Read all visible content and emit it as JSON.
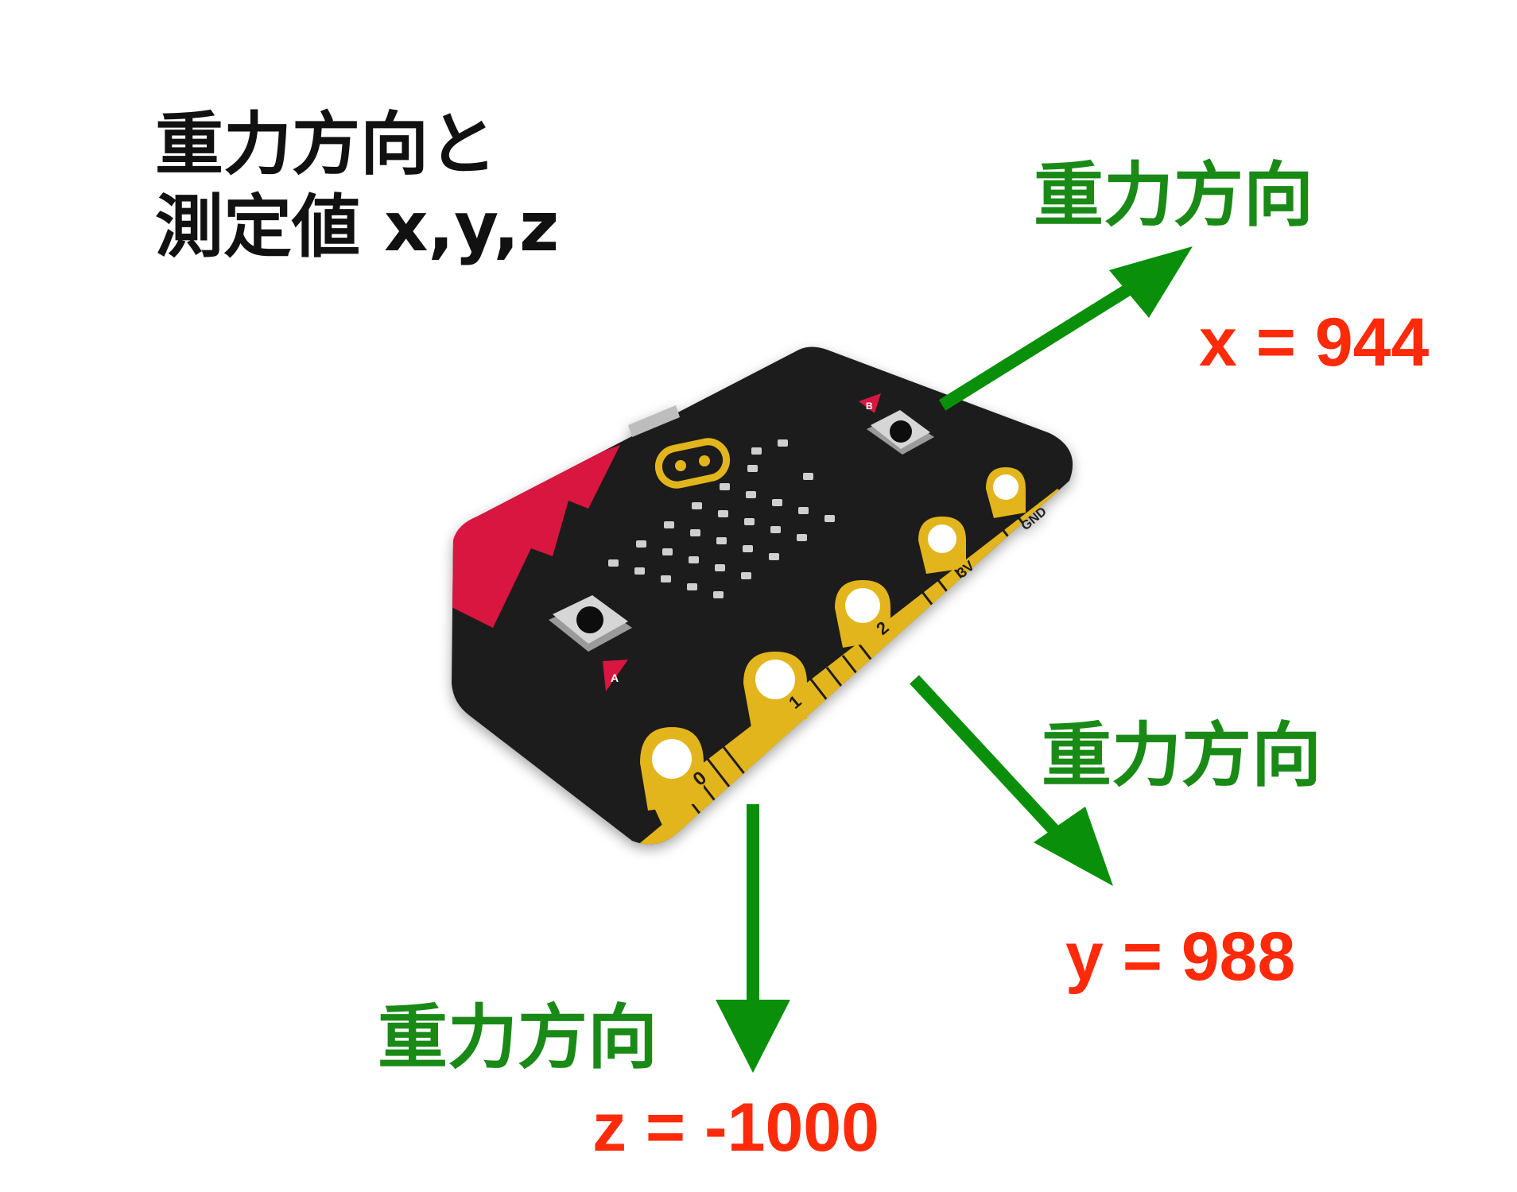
{
  "title": {
    "line1": "重力方向と",
    "line2": "測定値 x,y,z"
  },
  "arrows": {
    "x": {
      "gravity_label": "重力方向",
      "value_label": "x = 944"
    },
    "y": {
      "gravity_label": "重力方向",
      "value_label": "y = 988"
    },
    "z": {
      "gravity_label": "重力方向",
      "value_label": "z = -1000"
    }
  },
  "board": {
    "button_a_label": "A",
    "button_b_label": "B",
    "pins": [
      "0",
      "1",
      "2",
      "3V",
      "GND"
    ]
  },
  "colors": {
    "arrow": "#0a8f0a",
    "gravity_text": "#1a8a17",
    "value_text": "#ff2a0a",
    "board_body": "#1e1e1e",
    "board_accent": "#d9123f",
    "gold": "#e3b51e"
  }
}
